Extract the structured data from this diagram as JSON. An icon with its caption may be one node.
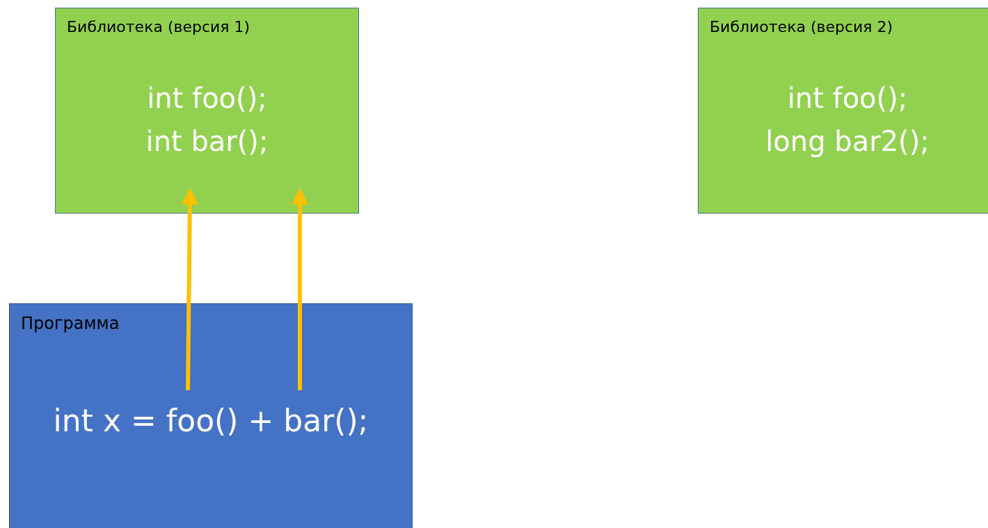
{
  "diagram": {
    "nodes": [
      {
        "text": [
          "Библиотека (версия 1)",
          "int foo();",
          "int bar();"
        ]
      },
      {
        "text": [
          "Библиотека (версия 2)",
          "int foo();",
          "long bar2();"
        ]
      },
      {
        "text": [
          "Программа",
          "int x = foo() + bar();"
        ]
      }
    ],
    "edges": [
      {
        "from": 2,
        "to": 0,
        "arrow": "to",
        "color": "#ffc000"
      },
      {
        "from": 2,
        "to": 0,
        "arrow": "to",
        "color": "#ffc000"
      }
    ]
  }
}
